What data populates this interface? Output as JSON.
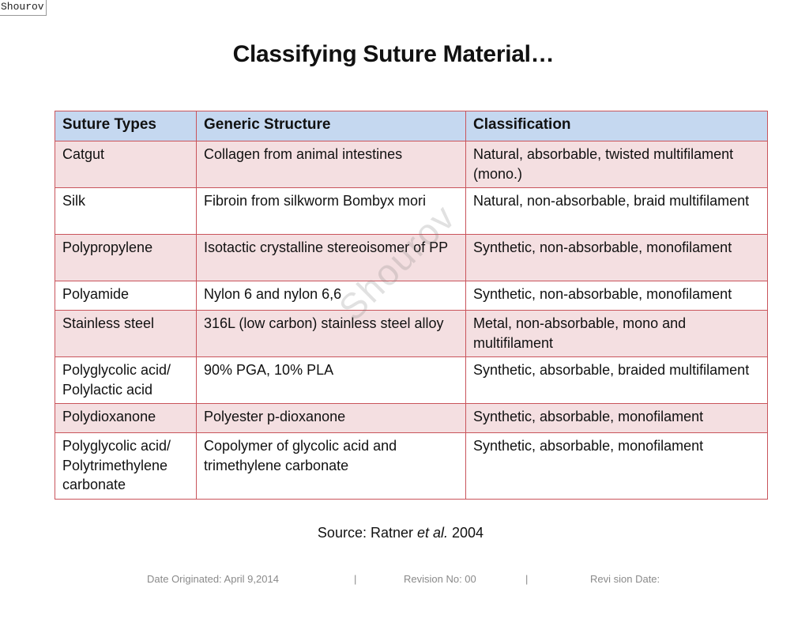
{
  "corner_mark": "Shourov",
  "watermark": "Shourov",
  "title": "Classifying Suture Material…",
  "table": {
    "headers": [
      "Suture Types",
      "Generic Structure",
      "Classification"
    ],
    "rows": [
      {
        "type": "Catgut",
        "structure": "Collagen from animal intestines",
        "classification": "Natural, absorbable, twisted multifilament (mono.)"
      },
      {
        "type": "Silk",
        "structure": "Fibroin from silkworm Bombyx mori",
        "classification": "Natural, non-absorbable, braid multifilament"
      },
      {
        "type": "Polypropylene",
        "structure": "Isotactic crystalline stereoisomer of PP",
        "classification": "Synthetic, non-absorbable, monofilament"
      },
      {
        "type": "Polyamide",
        "structure": "Nylon 6 and nylon 6,6",
        "classification": "Synthetic, non-absorbable, monofilament"
      },
      {
        "type": "Stainless steel",
        "structure": "316L (low carbon) stainless steel alloy",
        "classification": "Metal, non-absorbable, mono and multifilament"
      },
      {
        "type": "Polyglycolic acid/ Polylactic acid",
        "structure": "90%  PGA, 10% PLA",
        "classification": "Synthetic, absorbable, braided multifilament"
      },
      {
        "type": "Polydioxanone",
        "structure": "Polyester p-dioxanone",
        "classification": "Synthetic, absorbable, monofilament"
      },
      {
        "type": "Polyglycolic acid/ Polytrimethylene carbonate",
        "structure": "Copolymer of glycolic acid and trimethylene carbonate",
        "classification": "Synthetic, absorbable, monofilament"
      }
    ]
  },
  "source": {
    "prefix": "Source: Ratner ",
    "italic": "et al.",
    "suffix": " 2004"
  },
  "footer": {
    "date_originated": "Date Originated: April 9,2014",
    "separator": "|",
    "revision_no": "Revision No: 00",
    "revision_date": "Revi sion Date:"
  }
}
